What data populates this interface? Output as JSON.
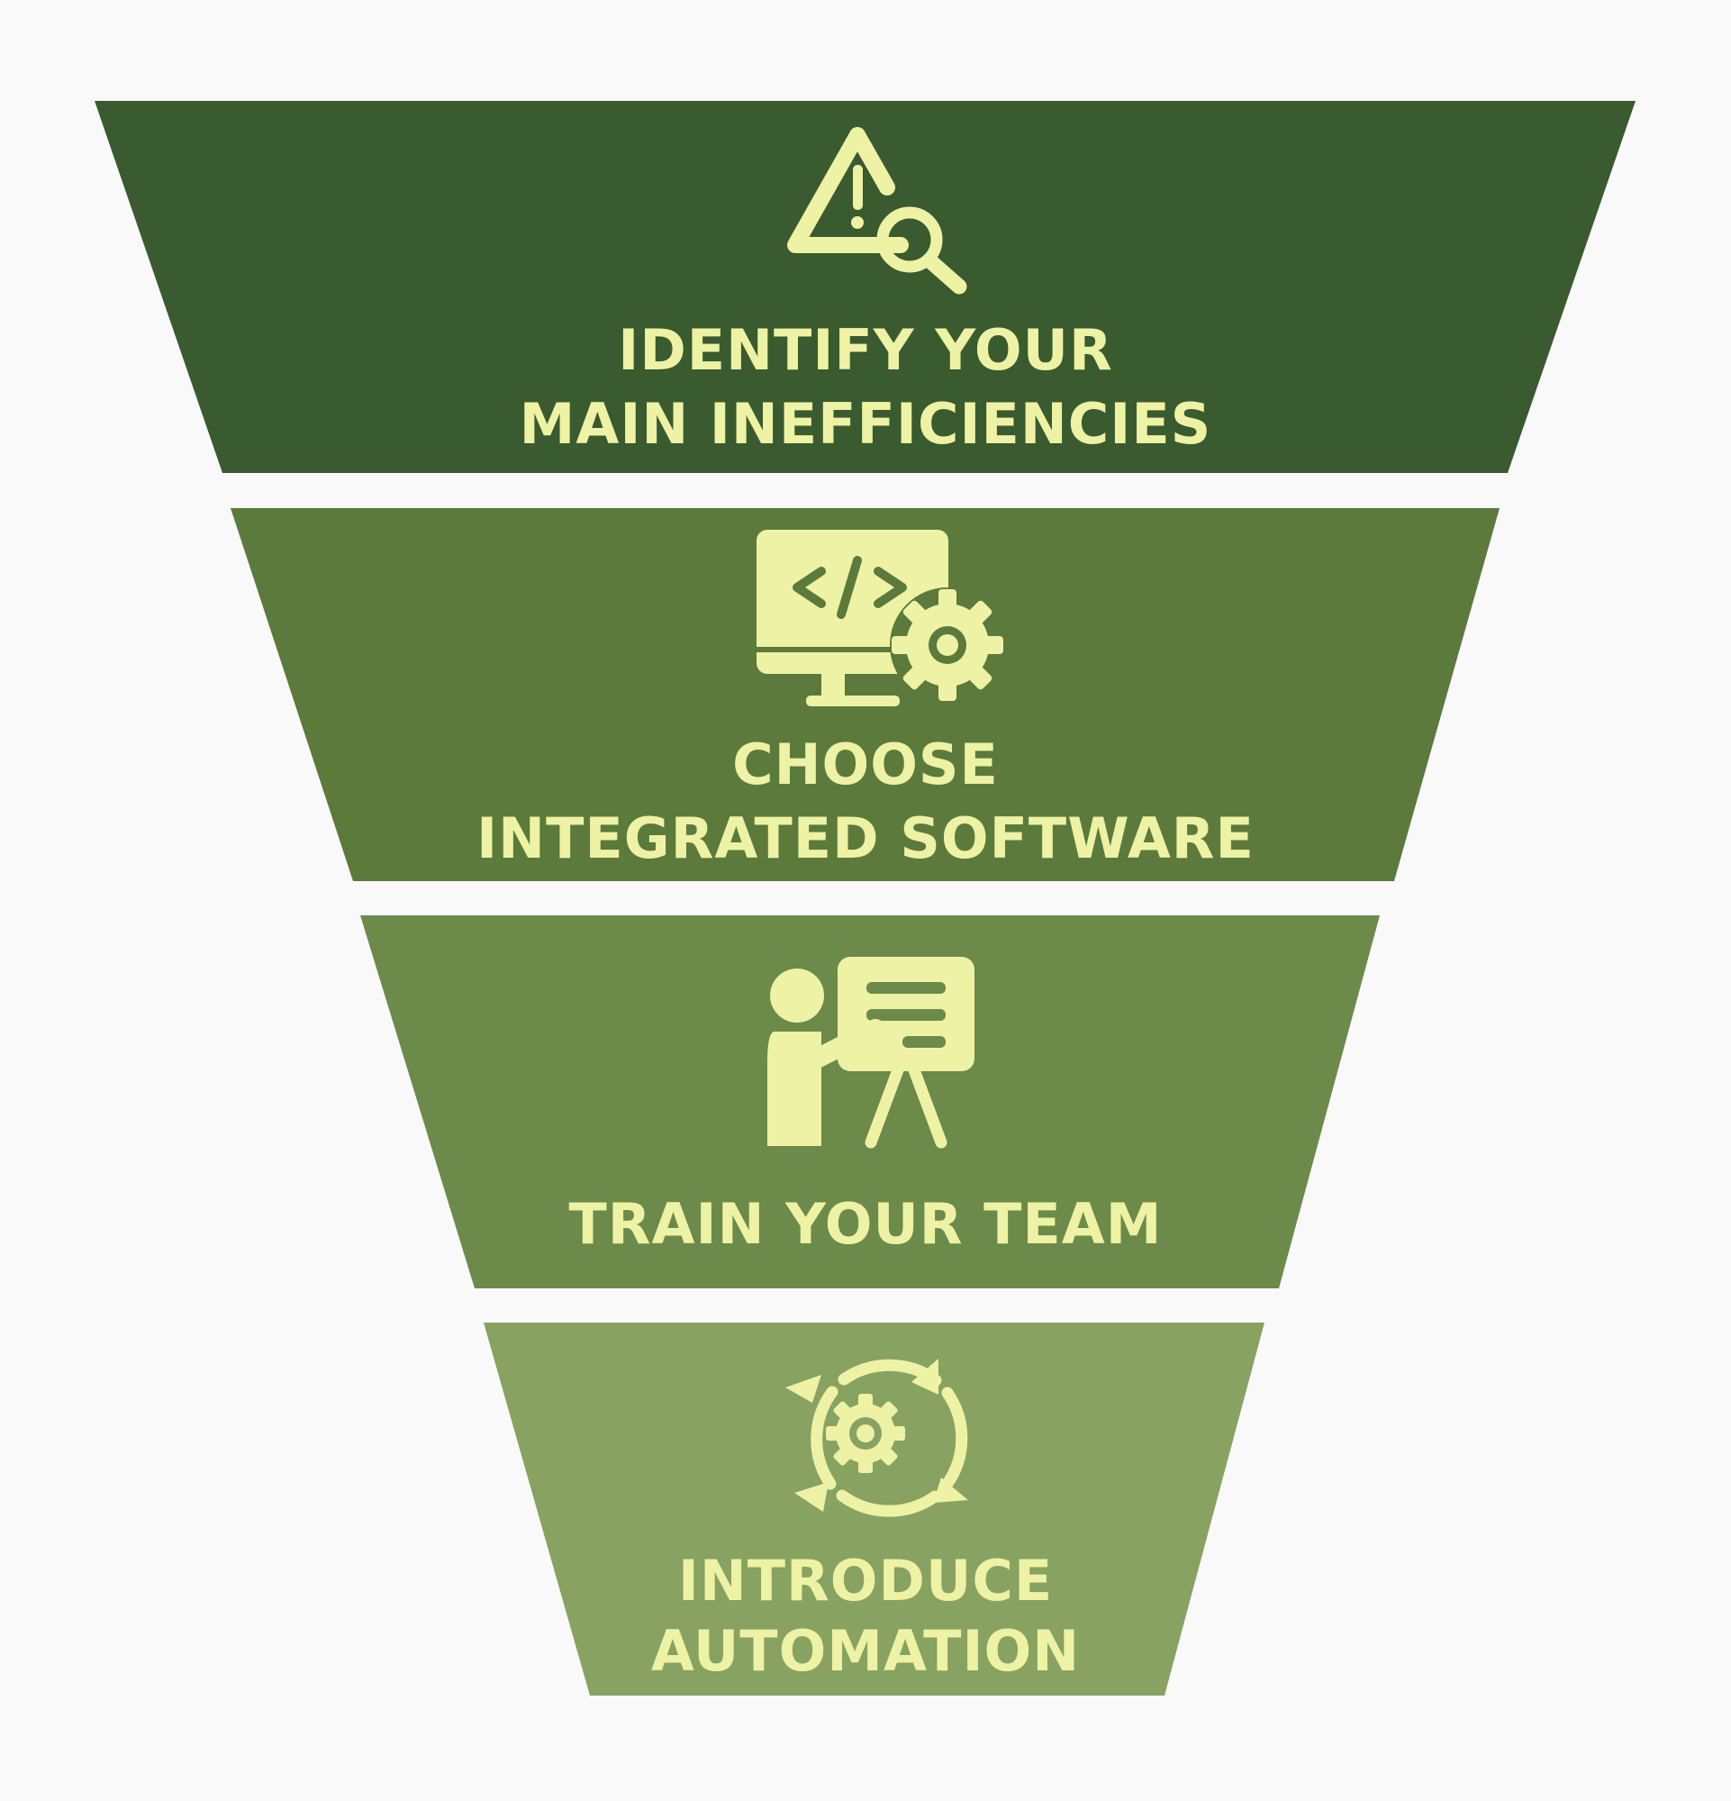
{
  "colors": {
    "background": "#f8f9f8",
    "icon_and_text": "#eef2a4",
    "stage_1": "#3a5a2f",
    "stage_2": "#5b7a3b",
    "stage_3": "#6c8a49",
    "stage_4": "#88a262"
  },
  "stages": [
    {
      "lines": [
        "IDENTIFY YOUR",
        "MAIN INEFFICIENCIES"
      ],
      "icon": "warning-magnifier-icon"
    },
    {
      "lines": [
        "CHOOSE",
        "INTEGRATED SOFTWARE"
      ],
      "icon": "code-monitor-gear-icon"
    },
    {
      "lines": [
        "TRAIN YOUR TEAM"
      ],
      "icon": "trainer-presentation-icon"
    },
    {
      "lines": [
        "INTRODUCE",
        "AUTOMATION"
      ],
      "icon": "automation-cycle-gear-icon"
    }
  ]
}
